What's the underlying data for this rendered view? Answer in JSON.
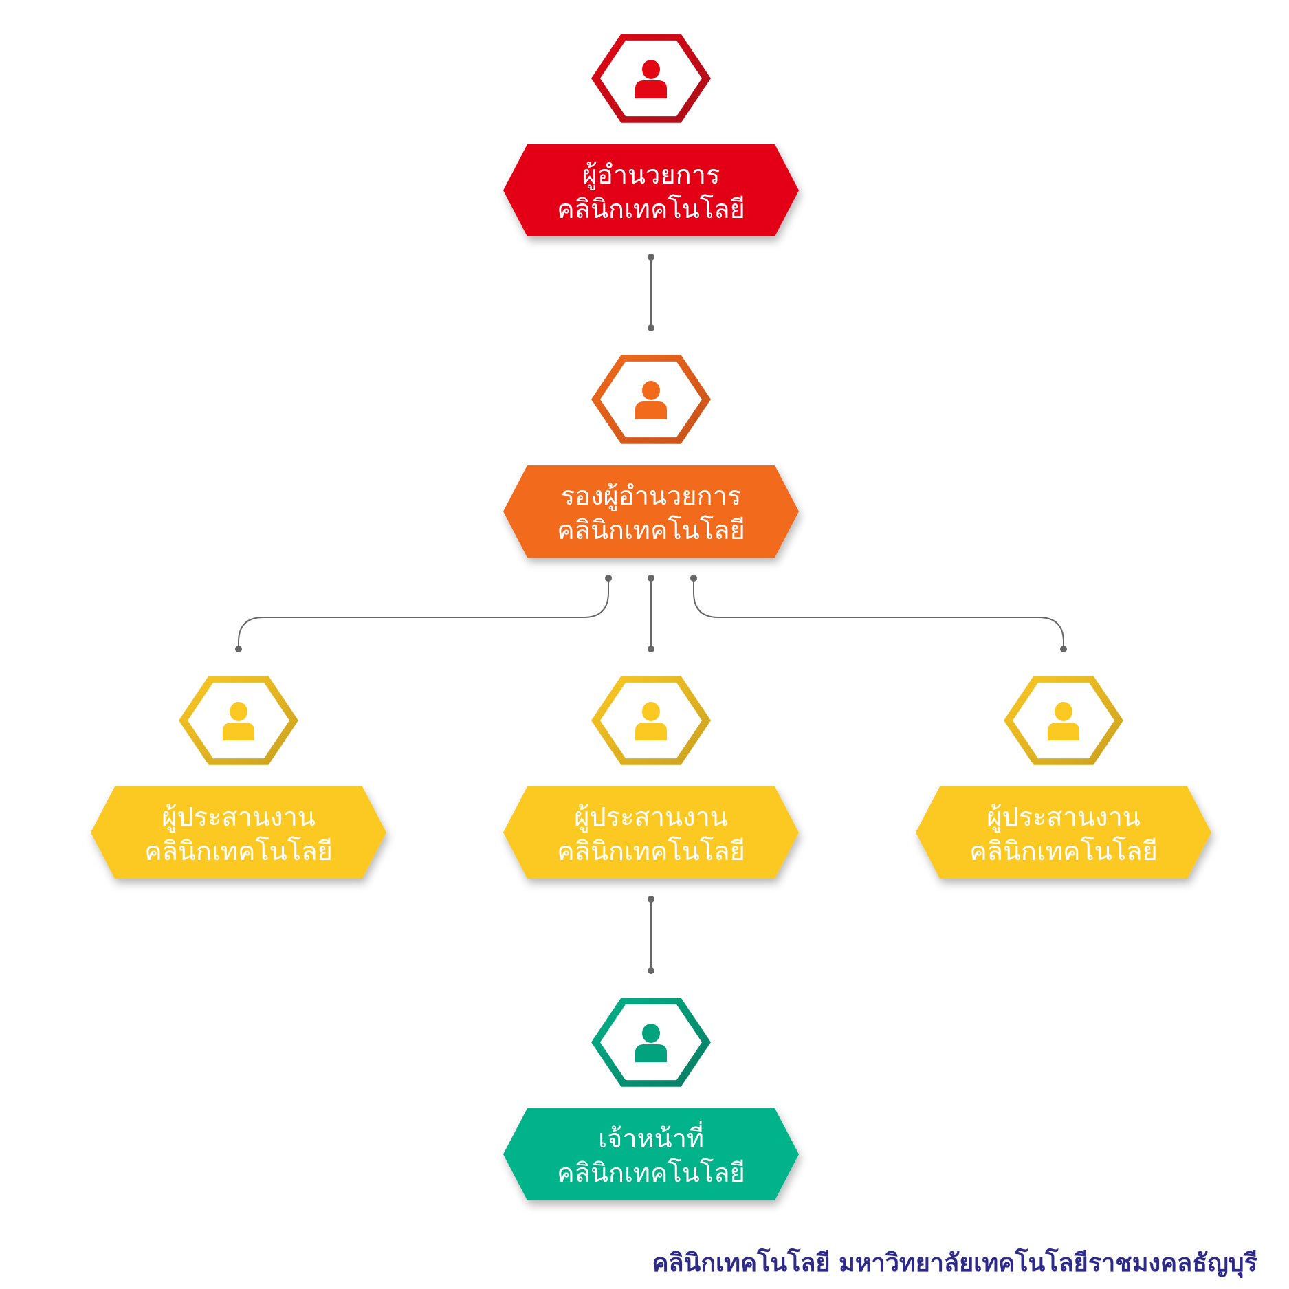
{
  "org_chart": {
    "nodes": [
      {
        "id": "director",
        "level": 0,
        "color": "#e30613",
        "icon_color": "#e30613",
        "frame_dark": "#a8101a",
        "line1": "ผู้อำนวยการ",
        "line2": "คลินิกเทคโนโลยี",
        "icon": "person-icon"
      },
      {
        "id": "deputy",
        "level": 1,
        "color": "#f26a1b",
        "icon_color": "#f26a1b",
        "frame_dark": "#c5511a",
        "line1": "รองผู้อำนวยการ",
        "line2": "คลินิกเทคโนโลยี",
        "icon": "person-icon"
      },
      {
        "id": "coord-left",
        "level": 2,
        "color": "#fcc923",
        "icon_color": "#fcc923",
        "frame_dark": "#c9a020",
        "line1": "ผู้ประสานงาน",
        "line2": "คลินิกเทคโนโลยี",
        "icon": "person-icon"
      },
      {
        "id": "coord-center",
        "level": 2,
        "color": "#fcc923",
        "icon_color": "#fcc923",
        "frame_dark": "#c9a020",
        "line1": "ผู้ประสานงาน",
        "line2": "คลินิกเทคโนโลยี",
        "icon": "person-icon"
      },
      {
        "id": "coord-right",
        "level": 2,
        "color": "#fcc923",
        "icon_color": "#fcc923",
        "frame_dark": "#c9a020",
        "line1": "ผู้ประสานงาน",
        "line2": "คลินิกเทคโนโลยี",
        "icon": "person-icon"
      },
      {
        "id": "staff",
        "level": 3,
        "color": "#00b38a",
        "icon_color": "#00a37e",
        "frame_dark": "#0a7a62",
        "line1": "เจ้าหน้าที่",
        "line2": "คลินิกเทคโนโลยี",
        "icon": "person-icon"
      }
    ],
    "edges": [
      {
        "from": "director",
        "to": "deputy"
      },
      {
        "from": "deputy",
        "to": "coord-left"
      },
      {
        "from": "deputy",
        "to": "coord-center"
      },
      {
        "from": "deputy",
        "to": "coord-right"
      },
      {
        "from": "coord-center",
        "to": "staff"
      }
    ],
    "connector_color": "#666666"
  },
  "footer": {
    "text": "คลินิกเทคโนโลยี มหาวิทยาลัยเทคโนโลยีราชมงคลธัญบุรี",
    "color": "#2e2a87"
  }
}
